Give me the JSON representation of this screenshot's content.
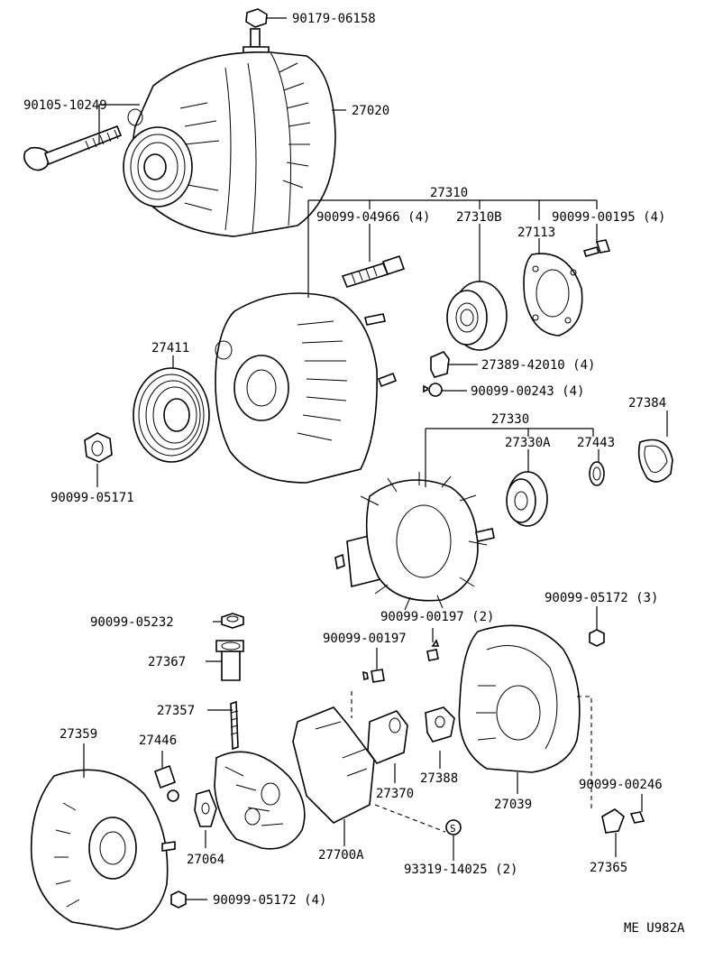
{
  "diagram": {
    "labels": {
      "p90179_06158": "90179-06158",
      "p90105_10249": "90105-10249",
      "p27020": "27020",
      "p27310": "27310",
      "p90099_04966": "90099-04966 (4)",
      "p27310B": "27310B",
      "p90099_00195": "90099-00195 (4)",
      "p27113": "27113",
      "p27389_42010": "27389-42010 (4)",
      "p90099_00243": "90099-00243 (4)",
      "p27411": "27411",
      "p27384": "27384",
      "p27330": "27330",
      "p27330A": "27330A",
      "p27443": "27443",
      "p90099_05171": "90099-05171",
      "p90099_05172_3": "90099-05172 (3)",
      "p90099_05232": "90099-05232",
      "p90099_00197_2": "90099-00197 (2)",
      "p90099_00197": "90099-00197",
      "p27367": "27367",
      "p27357": "27357",
      "p27359": "27359",
      "p27446": "27446",
      "p27388": "27388",
      "p27370": "27370",
      "p27039": "27039",
      "p90099_00246": "90099-00246",
      "p27064": "27064",
      "p27700A": "27700A",
      "p93319_14025": "93319-14025 (2)",
      "p27365": "27365",
      "p90099_05172_4": "90099-05172 (4)",
      "code": "ME U982A"
    }
  }
}
